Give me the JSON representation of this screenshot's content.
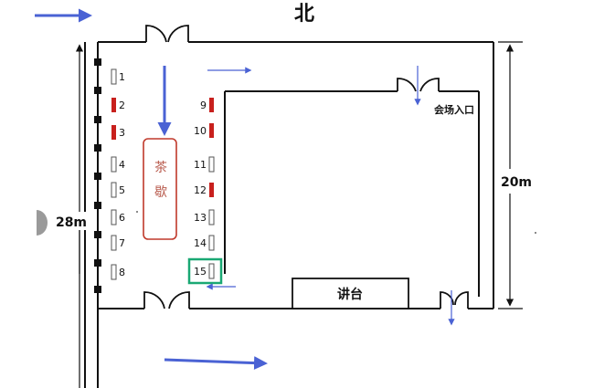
{
  "compass": {
    "north": "北"
  },
  "dimensions": {
    "height": "28m",
    "width": "20m"
  },
  "rooms": {
    "entrance": "会场入口",
    "stage": "讲台",
    "tea_break_chars": [
      "茶",
      "歇"
    ]
  },
  "booths_left": [
    {
      "number": "1",
      "style": "outline"
    },
    {
      "number": "2",
      "style": "red"
    },
    {
      "number": "3",
      "style": "red"
    },
    {
      "number": "4",
      "style": "outline"
    },
    {
      "number": "5",
      "style": "outline"
    },
    {
      "number": "6",
      "style": "outline"
    },
    {
      "number": "7",
      "style": "outline"
    },
    {
      "number": "8",
      "style": "outline"
    }
  ],
  "booths_right": [
    {
      "number": "9",
      "style": "red"
    },
    {
      "number": "10",
      "style": "red"
    },
    {
      "number": "11",
      "style": "outline"
    },
    {
      "number": "12",
      "style": "red"
    },
    {
      "number": "13",
      "style": "outline"
    },
    {
      "number": "14",
      "style": "outline"
    },
    {
      "number": "15",
      "style": "outline",
      "highlight": true
    }
  ],
  "colors": {
    "wall": "#111111",
    "booth_red": "#c8201d",
    "tea_border": "#c0392b",
    "tea_text": "#b85a4c",
    "arrow_blue": "#4a62d4",
    "highlight_green": "#1aa874"
  }
}
